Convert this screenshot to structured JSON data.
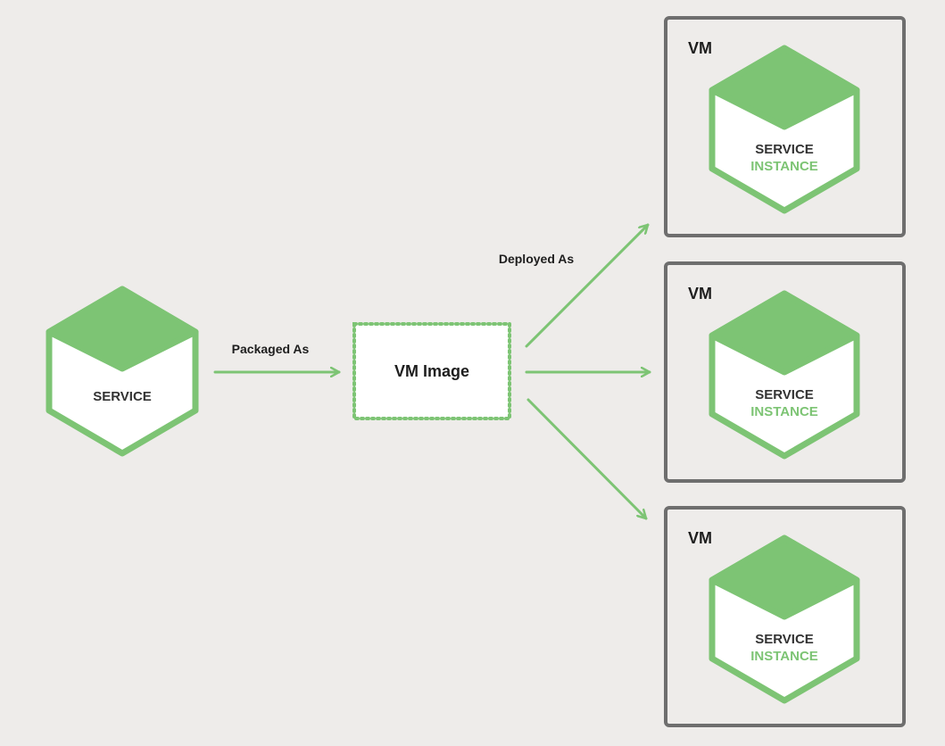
{
  "colors": {
    "background": "#eeecea",
    "green": "#7dc474",
    "vm_border": "#6e6e6e",
    "text": "#333333"
  },
  "service": {
    "label": "SERVICE"
  },
  "arrow_packaged": {
    "label": "Packaged As"
  },
  "vm_image": {
    "label": "VM Image"
  },
  "arrow_deployed": {
    "label": "Deployed As"
  },
  "vms": [
    {
      "title": "VM",
      "line1": "SERVICE",
      "line2": "INSTANCE"
    },
    {
      "title": "VM",
      "line1": "SERVICE",
      "line2": "INSTANCE"
    },
    {
      "title": "VM",
      "line1": "SERVICE",
      "line2": "INSTANCE"
    }
  ]
}
